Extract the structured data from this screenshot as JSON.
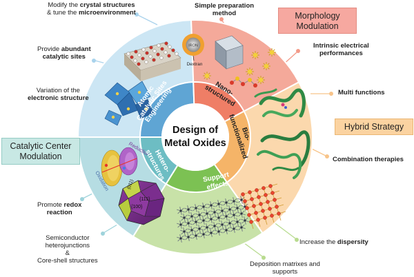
{
  "center": {
    "line1": "Design of",
    "line2": "Metal Oxides"
  },
  "inner_ring": {
    "atomic": {
      "line1": "Atomic",
      "line2": "Catalytic Sites",
      "line3": "Engineering"
    },
    "nano": {
      "line1": "Nano-",
      "line2": "structured"
    },
    "bio": {
      "line1": "Bio-",
      "line2": "functionalized"
    },
    "support": {
      "line1": "Support",
      "line2": "effects"
    },
    "hetero": {
      "line1": "Hetero-",
      "line2": "structures"
    }
  },
  "callouts": {
    "crystal": {
      "pre": "Modify the ",
      "b1": "crystal structures",
      "mid": "& tune the ",
      "b2": "microenvironment"
    },
    "abundant": {
      "pre": "Provide ",
      "b1": "abundant",
      "b2": "catalytic sites"
    },
    "electronic": {
      "pre": "Variation of the",
      "b1": "electronic structure"
    },
    "simple": {
      "line1": "Simple preparation",
      "line2": "method"
    },
    "intrinsic": {
      "line1": "Intrinsic electrical",
      "line2": "performances"
    },
    "multi": {
      "text": "Multi functions"
    },
    "combination": {
      "text": "Combination therapies"
    },
    "redox": {
      "pre": "Promote ",
      "b1": "redox",
      "b2": "reaction"
    },
    "semiconductor": {
      "line1": "Semiconductor",
      "line2": "heterojunctions",
      "line3": "&",
      "line4": "Core-shell structures"
    },
    "dispersity": {
      "pre": "Increase the ",
      "b1": "dispersity"
    },
    "deposition": {
      "line1": "Deposition matrixes and",
      "line2": "supports"
    }
  },
  "boxes": {
    "morphology": {
      "line1": "Morphology",
      "line2": "Modulation"
    },
    "hybrid": {
      "text": "Hybrid Strategy"
    },
    "catalytic": {
      "line1": "Catalytic Center",
      "line2": "Modulation"
    }
  },
  "illustrations": {
    "dextran": "Dextran",
    "iron_core": "IRON",
    "reduction": "Reduction",
    "oxidation": "Oxidation",
    "facet_111": "{111}",
    "facet_100": "{100}",
    "facet_011": "{011}"
  },
  "colors": {
    "atomic_sector": "#cce6f4",
    "nano_sector": "#f4a99a",
    "bio_sector": "#fbd8ad",
    "support_sector": "#c8e2a8",
    "hetero_sector": "#b6dde3",
    "atomic_inner": "#5fa5d4",
    "nano_inner": "#ef7e66",
    "bio_inner": "#f5b468",
    "support_inner": "#7cc153",
    "hetero_inner": "#6dbdc3",
    "box_pink": "#f6a8a0",
    "box_orange": "#fbd3a1",
    "box_teal": "#c8e8e4"
  }
}
